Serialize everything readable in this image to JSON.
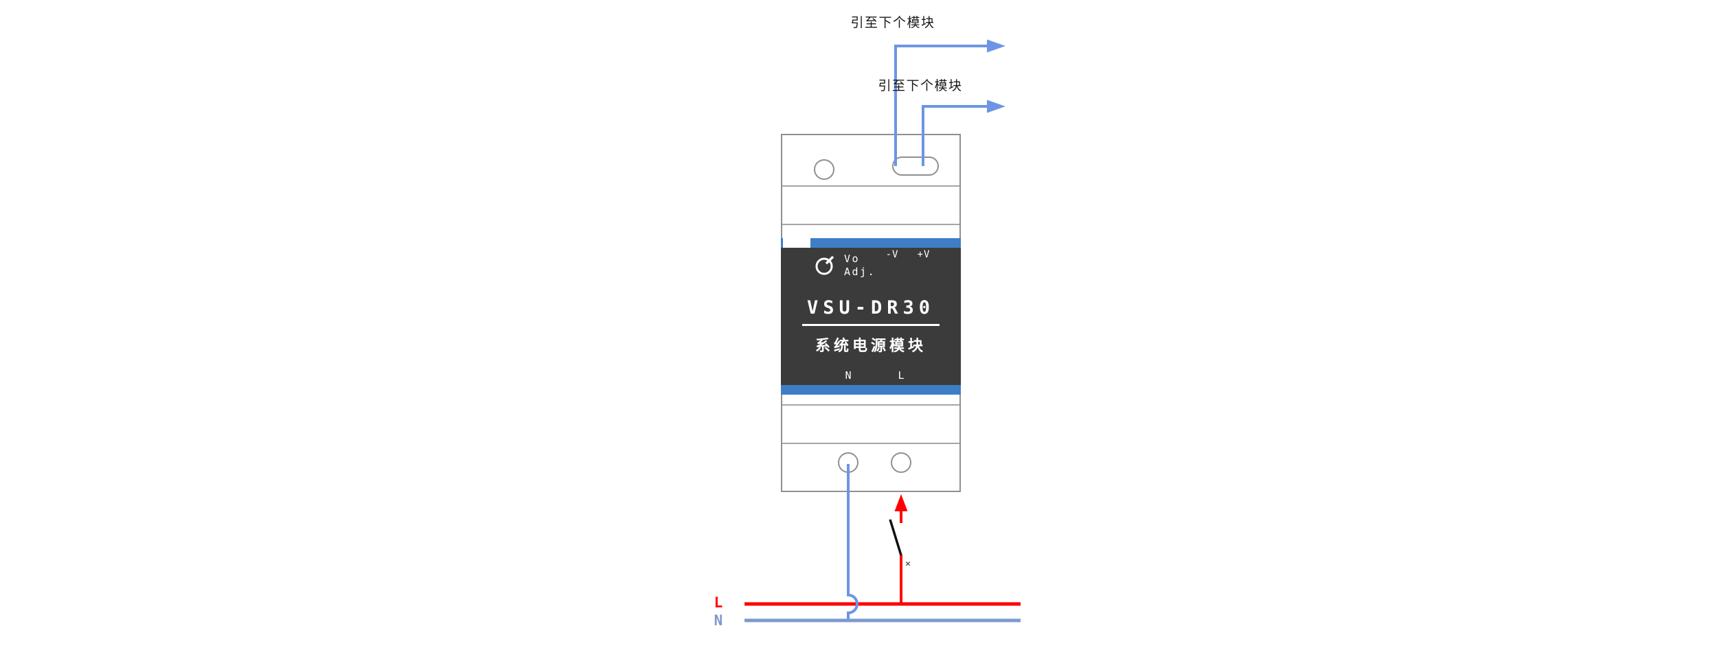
{
  "annotations": {
    "to_next_module_top": "引至下个模块",
    "to_next_module_bottom": "引至下个模块",
    "switch_mark": "×",
    "bus_l_label": "L",
    "bus_n_label": "N"
  },
  "module": {
    "model": "VSU-DR30",
    "product_name": "系统电源模块",
    "knob_label_line1": "Vo",
    "knob_label_line2": "Adj.",
    "output_terminal_neg": "-V",
    "output_terminal_pos": "+V",
    "input_terminal_n": "N",
    "input_terminal_l": "L"
  },
  "colors": {
    "wire_blue": "#6d95e4",
    "bus_blue": "#7d99cf",
    "wire_red": "#fe0000",
    "stripe_blue": "#3d7ec6",
    "panel_dark": "#3b3b3b",
    "outline_gray": "#8f8f8f",
    "text_dark": "#1a1a1a"
  }
}
